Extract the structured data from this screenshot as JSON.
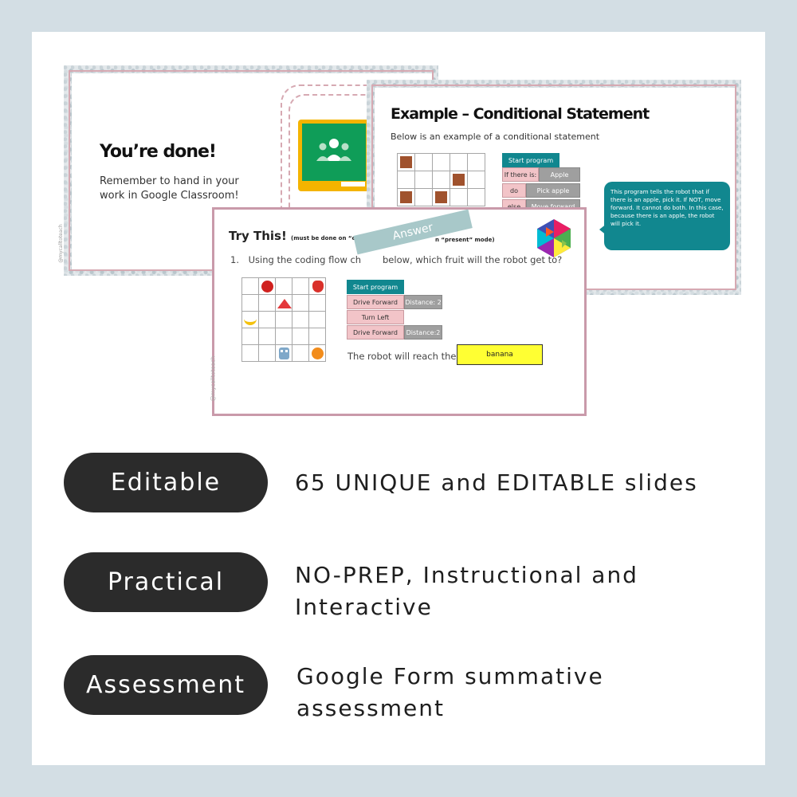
{
  "slide_done": {
    "title": "You’re done!",
    "line1": "Remember to hand in your",
    "line2": "work in Google Classroom!",
    "side_watermark": "@mycalltoteach"
  },
  "slide_example": {
    "title": "Example – Conditional Statement",
    "subtitle": "Below is an example of a conditional statement",
    "flow": {
      "start": "Start program",
      "if_label": "If there is:",
      "if_value": "Apple",
      "do_label": "do",
      "do_value": "Pick apple",
      "else_label": "else",
      "else_value": "Move forward"
    },
    "bubble": "This program tells the robot that if there is an apple, pick it. If NOT, move forward. It cannot do both. In this case, because there is an apple, the robot will pick it."
  },
  "slide_try": {
    "title": "Try This!",
    "note_left": "(must be done on “edit” mod",
    "note_right": "n “present” mode)",
    "answer_tag": "Answer",
    "question_num": "1.",
    "question_a": "Using the coding flow ch",
    "question_b": "below, which fruit will the robot get to?",
    "flow": {
      "start": "Start program",
      "step1": "Drive Forward",
      "step1_param": "Distance: 2",
      "step2": "Turn Left",
      "step3": "Drive Forward",
      "step3_param": "Distance:2"
    },
    "reach_text": "The robot will reach the",
    "answer_value": "banana",
    "side_watermark": "@mycalltoteach"
  },
  "features": [
    {
      "pill": "Editable",
      "line1": "65 UNIQUE and EDITABLE slides",
      "line2": ""
    },
    {
      "pill": "Practical",
      "line1": "NO-PREP, Instructional and",
      "line2": "Interactive"
    },
    {
      "pill": "Assessment",
      "line1": "Google Form summative",
      "line2": "assessment"
    }
  ],
  "colors": {
    "background": "#d3dee4",
    "pill": "#2b2b2b",
    "teal": "#11878f",
    "pink": "#d6a9b2",
    "answer_yellow": "#ffff33"
  }
}
